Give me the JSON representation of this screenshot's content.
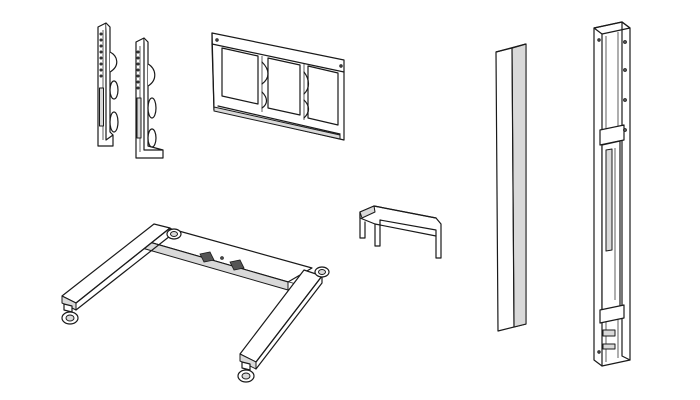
{
  "diagram": {
    "colors": {
      "background": "#ffffff",
      "line": "#1a1a1a",
      "fill": "#ffffff",
      "shade": "#d9d9d9",
      "dark": "#555555"
    },
    "parts": [
      {
        "name": "vesa-bracket-arms",
        "count": 2
      },
      {
        "name": "wall-mount-plate",
        "count": 1
      },
      {
        "name": "support-column-cover",
        "count": 1
      },
      {
        "name": "support-column-frame",
        "count": 1
      },
      {
        "name": "caster-base-frame",
        "count": 1
      },
      {
        "name": "u-shaped-support-bracket",
        "count": 1
      }
    ]
  }
}
